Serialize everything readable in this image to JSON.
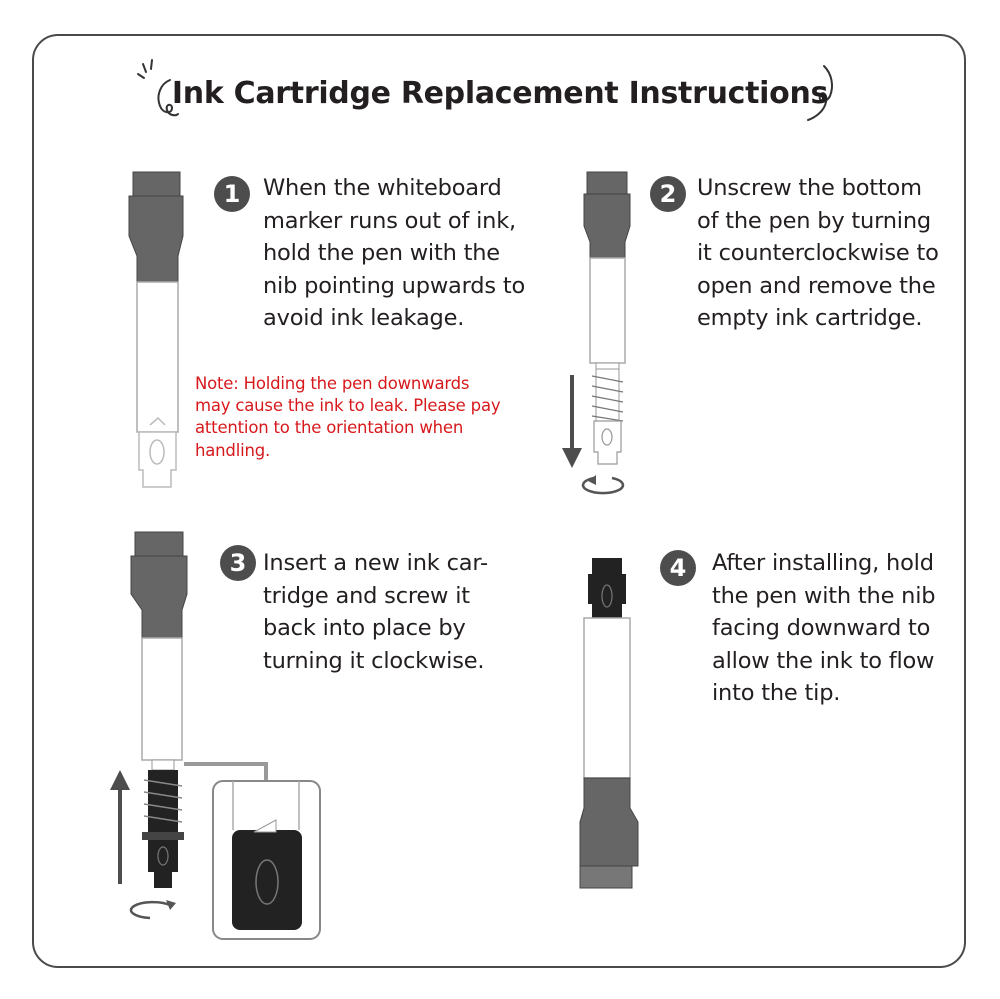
{
  "title": "Ink Cartridge Replacement Instructions",
  "colors": {
    "accent_gray": "#666666",
    "dark": "#4d4d4d",
    "note_red": "#d7191c",
    "cartridge_black": "#222222"
  },
  "steps": [
    {
      "number": "1",
      "lines": [
        "When the whiteboard",
        "marker runs out of ink,",
        "hold the pen with the",
        "nib pointing upwards to",
        "avoid ink leakage."
      ]
    },
    {
      "number": "2",
      "lines": [
        "Unscrew the bottom",
        "of the pen by turning",
        "it counterclockwise to",
        "open and remove the",
        "empty ink cartridge."
      ]
    },
    {
      "number": "3",
      "lines": [
        "Insert a new ink car-",
        "tridge and screw it",
        "back into place by",
        "turning it clockwise."
      ]
    },
    {
      "number": "4",
      "lines": [
        "After installing, hold",
        "the pen with the nib",
        "facing downward to",
        "allow the ink to flow",
        "into the tip."
      ]
    }
  ],
  "note_lines": [
    "Note: Holding the pen downwards",
    "may cause the ink to leak. Please pay",
    "attention to the orientation when",
    "handling."
  ],
  "icons": [
    "down-arrow-icon",
    "up-arrow-icon",
    "counterclockwise-rotation-icon",
    "clockwise-rotation-icon",
    "insert-arrow-icon"
  ]
}
